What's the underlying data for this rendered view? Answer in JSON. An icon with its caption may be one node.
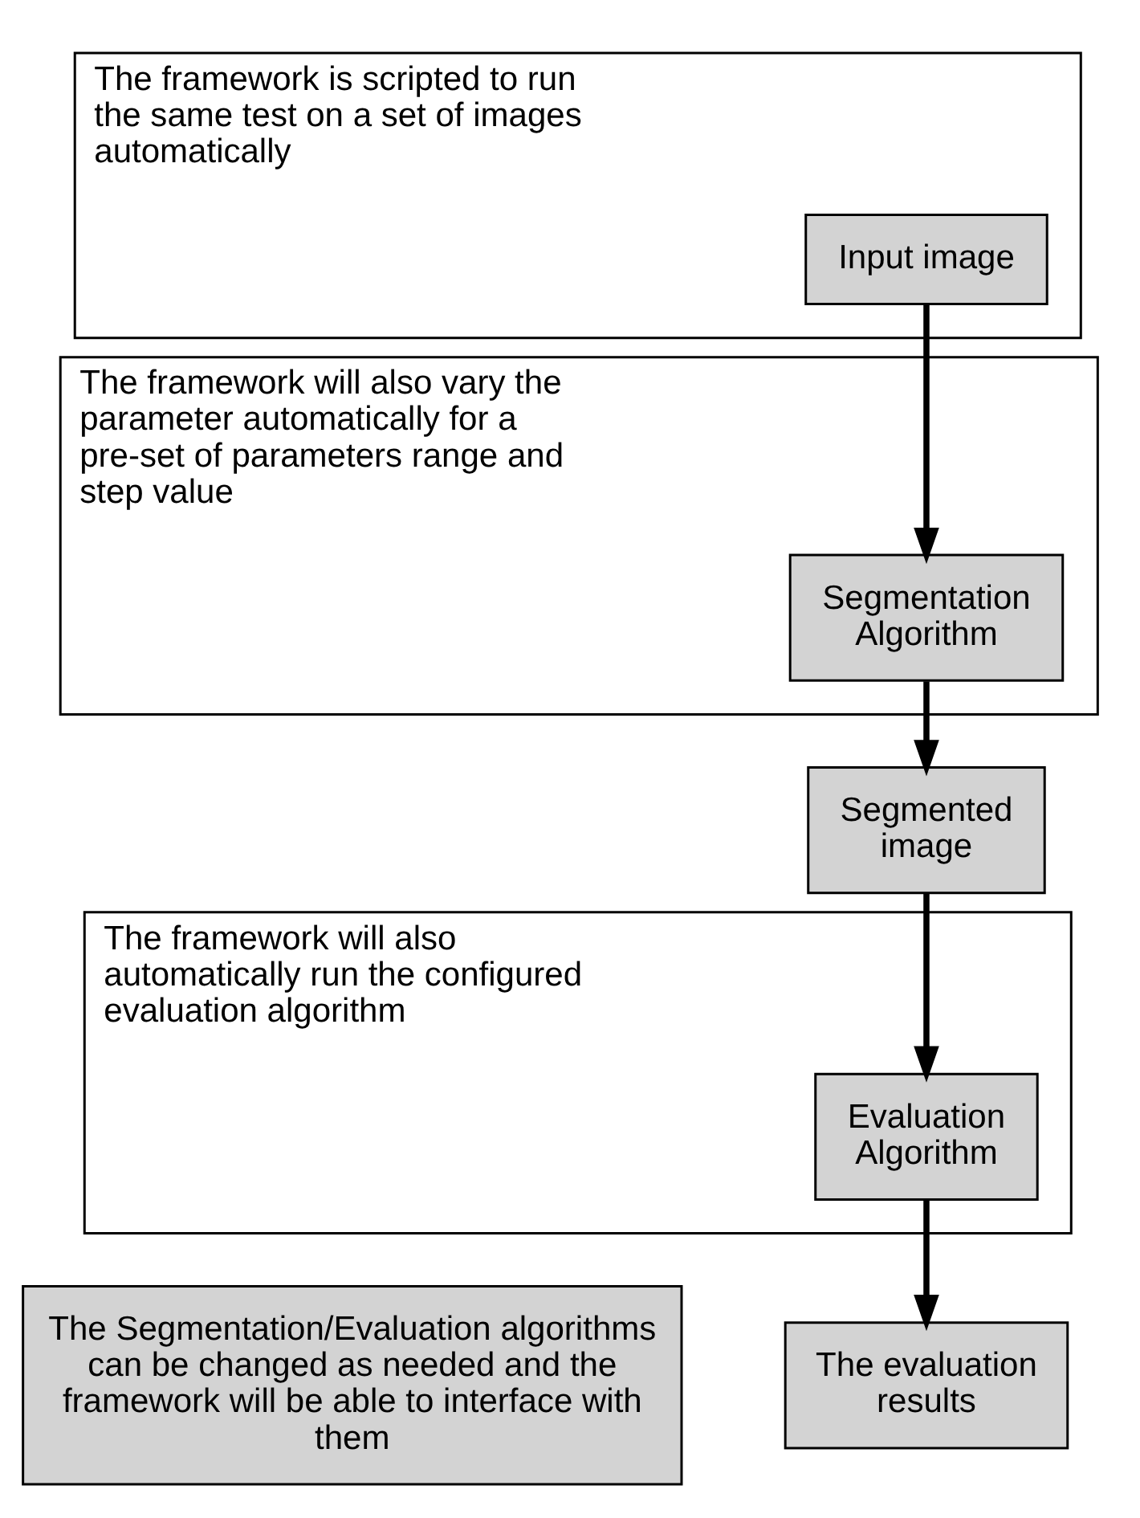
{
  "diagram": {
    "nodes": [
      {
        "text": [
          "The framework is scripted to run the same test on a set of images automatically"
        ]
      },
      {
        "text": [
          "Input image"
        ],
        "in": 0
      },
      {
        "text": [
          "The framework will also vary the parameter automatically for a pre-set of parameters range and step value"
        ]
      },
      {
        "text": [
          "Segmentation Algorithm"
        ],
        "in": 2
      },
      {
        "text": [
          "Segmented image"
        ]
      },
      {
        "text": [
          "The framework will also automatically run the configured evaluation algorithm"
        ]
      },
      {
        "text": [
          "Evaluation Algorithm"
        ],
        "in": 5
      },
      {
        "text": [
          "The Segmentation/Evaluation algorithms can be changed as needed and the framework will be able to interface with them"
        ]
      },
      {
        "text": [
          "The evaluation results"
        ]
      }
    ],
    "edges": [
      {
        "from": 1,
        "to": 3,
        "arrow": "to"
      },
      {
        "from": 3,
        "to": 4,
        "arrow": "to"
      },
      {
        "from": 4,
        "to": 6,
        "arrow": "to"
      },
      {
        "from": 6,
        "to": 8,
        "arrow": "to"
      }
    ]
  }
}
